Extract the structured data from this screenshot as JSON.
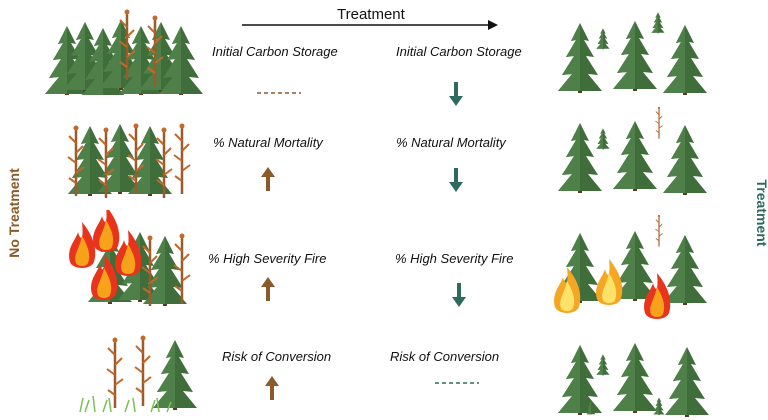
{
  "header": {
    "title": "Treatment"
  },
  "side_labels": {
    "left": "No Treatment",
    "right": "Treatment"
  },
  "rows": [
    {
      "no_treatment_label": "Initial Carbon Storage",
      "treatment_label": "Initial Carbon Storage",
      "no_treatment_trend": "no-change",
      "treatment_trend": "decrease"
    },
    {
      "no_treatment_label": "% Natural Mortality",
      "treatment_label": "% Natural Mortality",
      "no_treatment_trend": "increase",
      "treatment_trend": "decrease"
    },
    {
      "no_treatment_label": "% High Severity Fire",
      "treatment_label": "% High Severity Fire",
      "no_treatment_trend": "increase",
      "treatment_trend": "decrease"
    },
    {
      "no_treatment_label": "Risk of Conversion",
      "treatment_label": "Risk of Conversion",
      "no_treatment_trend": "increase",
      "treatment_trend": "no-change"
    }
  ],
  "colors": {
    "no_treatment": "#8b5a2b",
    "treatment": "#2e6b5e",
    "tree": "#3e6b3a",
    "dead_tree": "#b5652b"
  }
}
